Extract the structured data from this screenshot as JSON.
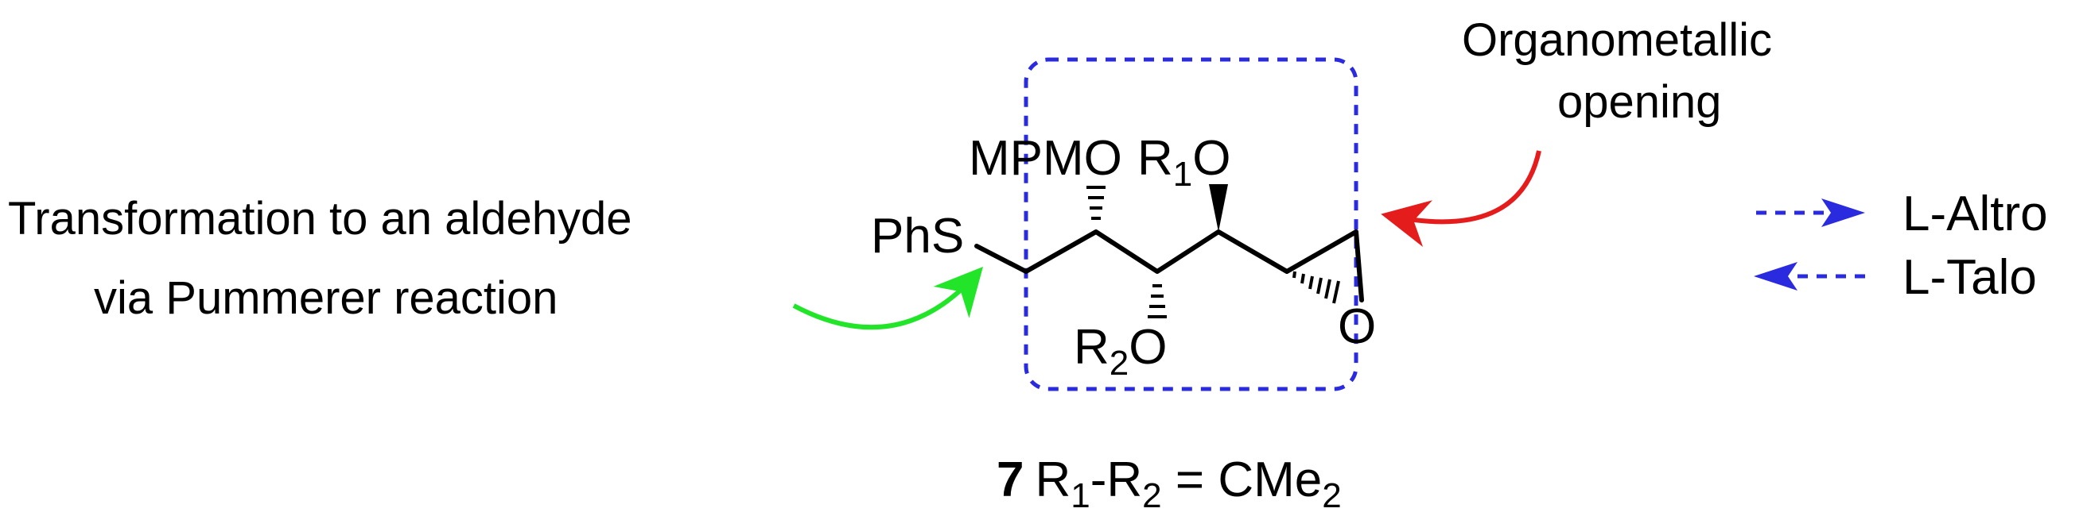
{
  "annotations": {
    "left_line1": "Transformation to an aldehyde",
    "left_line2": "via Pummerer reaction",
    "right_line1": "Organometallic",
    "right_line2": "opening"
  },
  "atoms": {
    "phs": "PhS",
    "mpmo": "MPMO",
    "r1": "R",
    "r1_sub": "1",
    "r1_o": "O",
    "r2": "R",
    "r2_sub": "2",
    "r2_o": "O",
    "epoxide_o": "O"
  },
  "caption": {
    "number": "7",
    "r1": "R",
    "r1_sub": "1",
    "dash": "-R",
    "r2_sub": "2",
    "equals": " = CMe",
    "me_sub": "2"
  },
  "legend": [
    {
      "label": "L-Altro",
      "direction": "right"
    },
    {
      "label": "L-Talo",
      "direction": "left"
    }
  ],
  "colors": {
    "green_arrow": "#22e52a",
    "red_arrow": "#e51c1c",
    "blue_dashed": "#2a2adf",
    "text": "#000000"
  }
}
